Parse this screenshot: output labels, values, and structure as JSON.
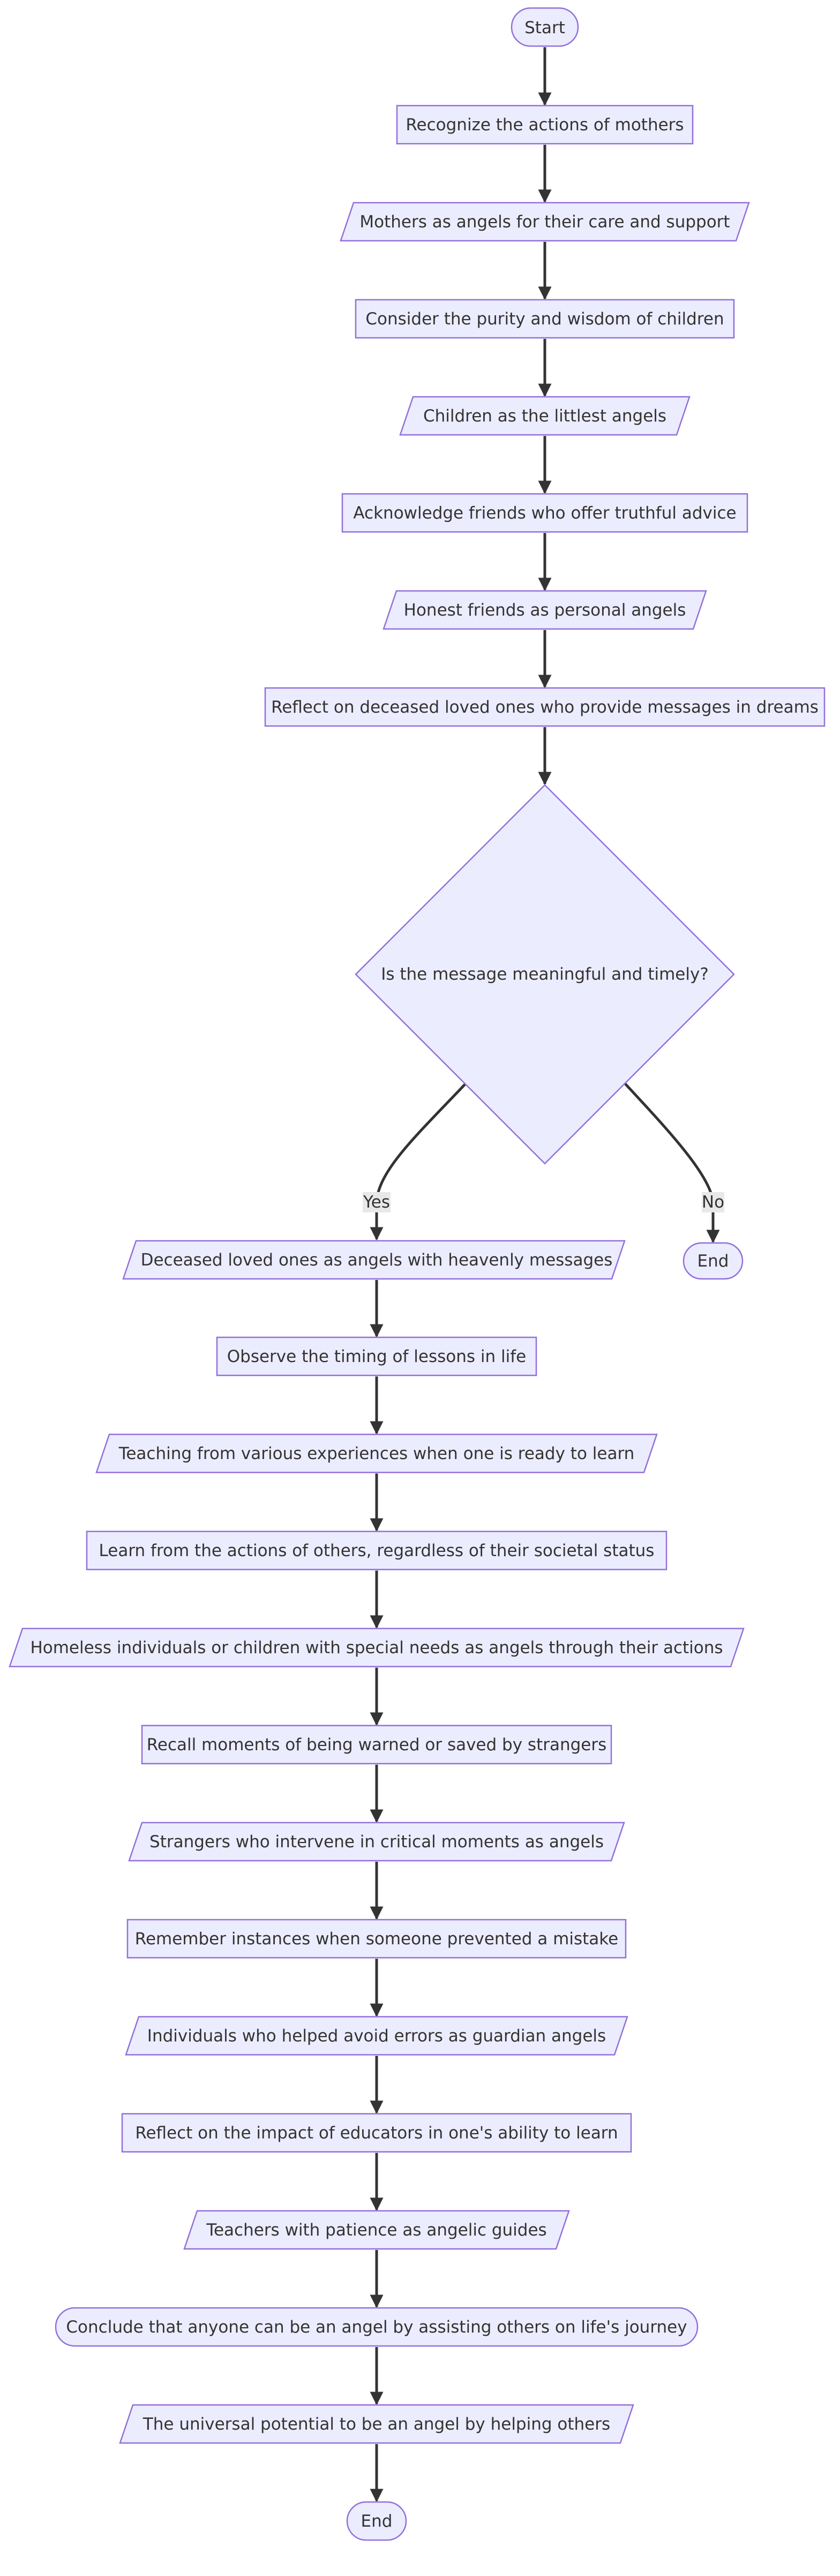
{
  "flowchart": {
    "nodes": {
      "start": "Start",
      "n1": "Recognize the actions of mothers",
      "n2": "Mothers as angels for their care and support",
      "n3": "Consider the purity and wisdom of children",
      "n4": "Children as the littlest angels",
      "n5": "Acknowledge friends who offer truthful advice",
      "n6": "Honest friends as personal angels",
      "n7": "Reflect on deceased loved ones who provide messages in dreams",
      "decision": "Is the message meaningful and timely?",
      "end_no": "End",
      "n8": "Deceased loved ones as angels with heavenly messages",
      "n9": "Observe the timing of lessons in life",
      "n10": "Teaching from various experiences when one is ready to learn",
      "n11": "Learn from the actions of others, regardless of their societal status",
      "n12": "Homeless individuals or children with special needs as angels through their actions",
      "n13": "Recall moments of being warned or saved by strangers",
      "n14": "Strangers who intervene in critical moments as angels",
      "n15": "Remember instances when someone prevented a mistake",
      "n16": "Individuals who helped avoid errors as guardian angels",
      "n17": "Reflect on the impact of educators in one's ability to learn",
      "n18": "Teachers with patience as angelic guides",
      "n19": "Conclude that anyone can be an angel by assisting others on life's journey",
      "n20": "The universal potential to be an angel by helping others",
      "end": "End"
    },
    "edge_labels": {
      "yes": "Yes",
      "no": "No"
    }
  },
  "colors": {
    "node_fill": "#ECECFF",
    "node_stroke": "#9370DB",
    "edge": "#333333",
    "label_bg": "#e8e8e8"
  }
}
